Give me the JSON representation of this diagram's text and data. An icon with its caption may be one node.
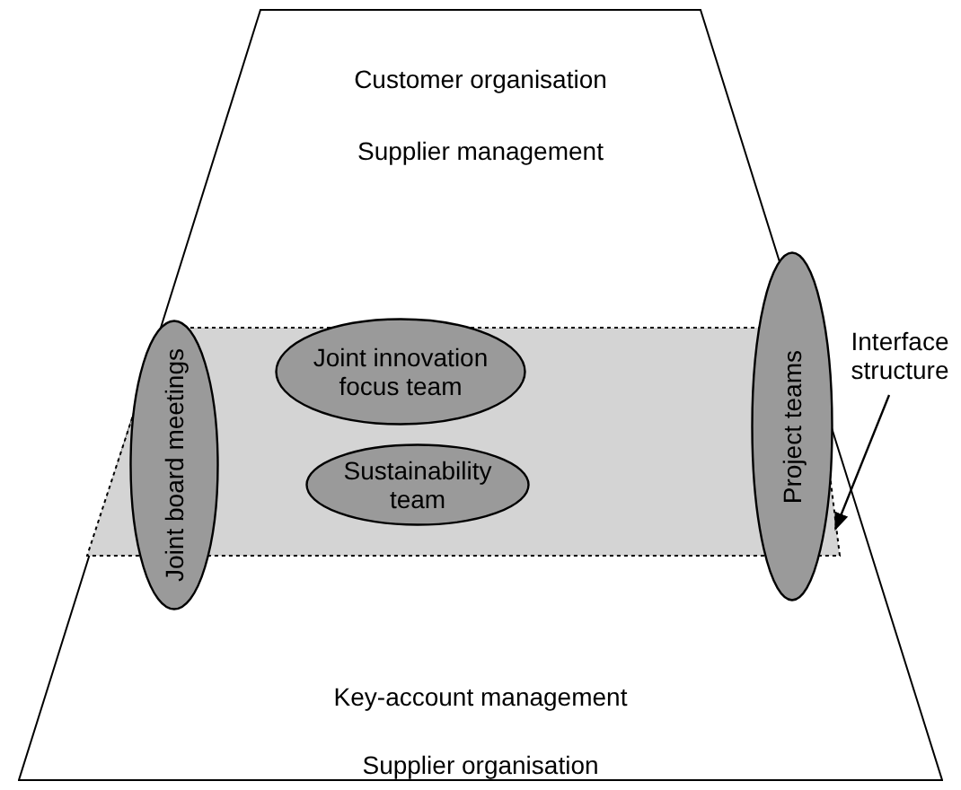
{
  "diagram": {
    "nodes": [
      {
        "text": [
          "Customer organisation",
          "Supplier management",
          "Key-account management",
          "Supplier organisation"
        ]
      },
      {
        "text": [],
        "shape": "band",
        "in": 0
      },
      {
        "text": [
          "Joint board meetings"
        ],
        "in": 0
      },
      {
        "text": [
          "Joint innovation focus team"
        ],
        "in": 1
      },
      {
        "text": [
          "Sustainability team"
        ],
        "in": 1
      },
      {
        "text": [
          "Project teams"
        ],
        "in": 0
      },
      {
        "text": [
          "Interface structure"
        ]
      }
    ],
    "edges": [
      {
        "from": 6,
        "to": 1,
        "arrow": "to"
      }
    ]
  }
}
